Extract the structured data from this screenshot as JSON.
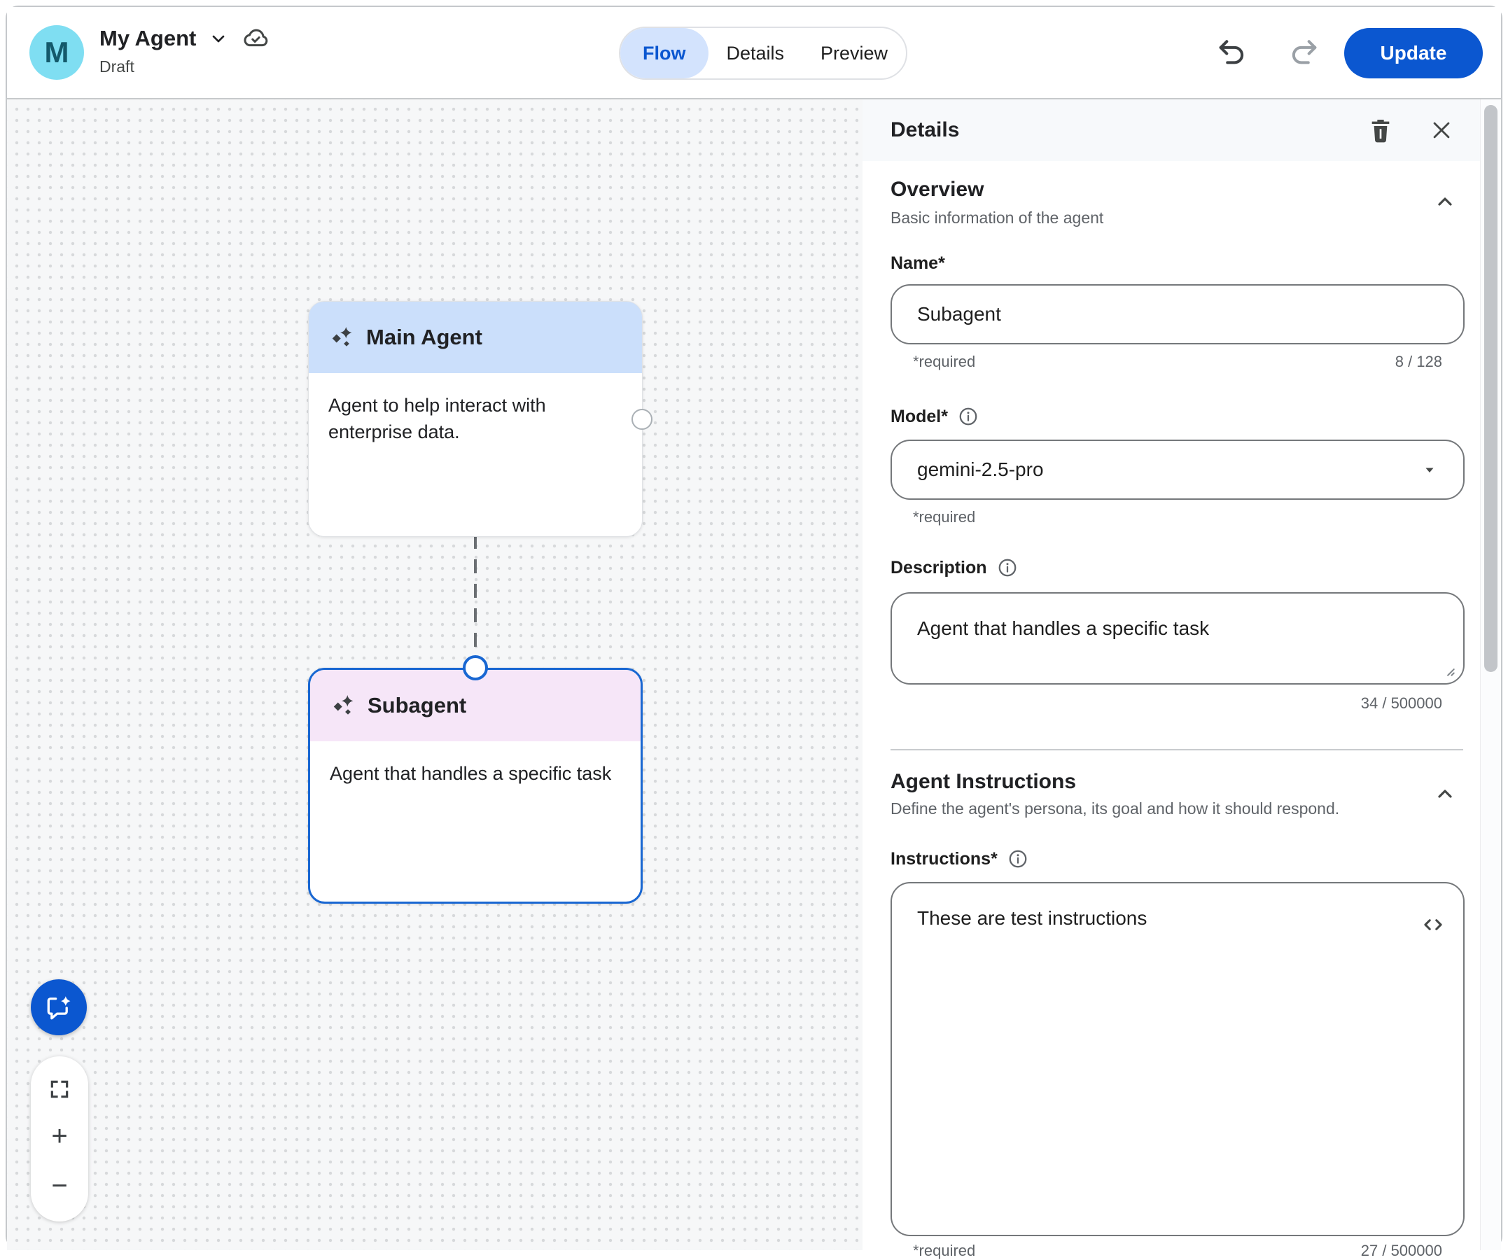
{
  "header": {
    "avatar_letter": "M",
    "title": "My Agent",
    "status": "Draft",
    "tabs": [
      {
        "label": "Flow"
      },
      {
        "label": "Details"
      },
      {
        "label": "Preview"
      }
    ],
    "update_label": "Update"
  },
  "canvas": {
    "nodes": [
      {
        "title": "Main Agent",
        "description": "Agent to help interact with enterprise data."
      },
      {
        "title": "Subagent",
        "description": "Agent that handles a specific task"
      }
    ],
    "controls": {
      "zoom_in": "+",
      "zoom_out": "−"
    }
  },
  "panel": {
    "title": "Details",
    "overview": {
      "heading": "Overview",
      "subheading": "Basic information of the agent",
      "name_label": "Name*",
      "name_value": "Subagent",
      "name_hint": "*required",
      "name_counter": "8 / 128",
      "model_label": "Model*",
      "model_value": "gemini-2.5-pro",
      "model_hint": "*required",
      "description_label": "Description",
      "description_value": "Agent that handles a specific task",
      "description_counter": "34 / 500000"
    },
    "agent_instructions": {
      "heading": "Agent Instructions",
      "subheading": "Define the agent's persona, its goal and how it should respond.",
      "instructions_label": "Instructions*",
      "instructions_value": "These are test instructions",
      "instructions_hint": "*required",
      "instructions_counter": "27 / 500000"
    }
  },
  "colors": {
    "accent_blue": "#0b57d0",
    "selected_node_border": "#1967d2",
    "main_node_header": "#cbdffb",
    "sub_node_header": "#f6e6f8",
    "tab_active_bg": "#d3e3fd",
    "avatar_bg": "#7fdef2",
    "canvas_bg": "#f6f7f8"
  }
}
